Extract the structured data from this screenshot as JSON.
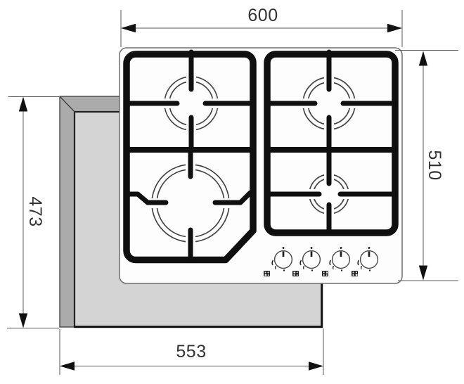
{
  "diagram": {
    "dimensions": {
      "width_top": "600",
      "height_right": "510",
      "cutout_height_left": "473",
      "cutout_width_bottom": "553"
    },
    "colors": {
      "grate_black": "#0f0f0f",
      "worktop_edge_gray": "#ababab",
      "worktop_surface_gray": "#d4d4d4",
      "hob_white": "#fdfdfd",
      "dimension_line": "#5a5a5a",
      "label_text": "#333333"
    },
    "hob": {
      "burner_count": 4,
      "burners": [
        "back-left-semi-rapid",
        "back-right-semi-rapid",
        "front-left-wok",
        "front-right-auxiliary"
      ],
      "knob_count": 4
    }
  }
}
